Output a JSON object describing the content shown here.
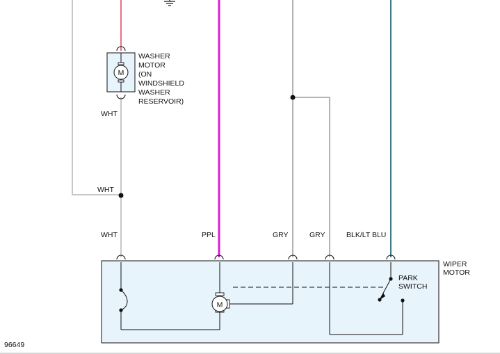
{
  "diagram_id": "96649",
  "washer_motor": {
    "lines": [
      "WASHER",
      "MOTOR",
      "(ON",
      "WINDSHIELD",
      "WASHER",
      "RESERVOIR)"
    ],
    "symbol": "M"
  },
  "wiper_motor": {
    "lines": [
      "WIPER",
      "MOTOR"
    ],
    "symbol": "M"
  },
  "park_switch": {
    "lines": [
      "PARK",
      "SWITCH"
    ]
  },
  "wire_labels": {
    "wht_washer": "WHT",
    "wht_splice": "WHT",
    "wht_conn": "WHT",
    "ppl_conn": "PPL",
    "gry_conn1": "GRY",
    "gry_conn2": "GRY",
    "blk_lt_blu_conn": "BLK/LT BLU"
  },
  "colors": {
    "wht": "#c8c8c8",
    "gry": "#b4b4b4",
    "ppl": "#d61fd6",
    "pink": "#e8708a",
    "blk_lt_blu": "#3c7e86",
    "component_fill": "#e8f4fb",
    "ink": "#111111"
  }
}
